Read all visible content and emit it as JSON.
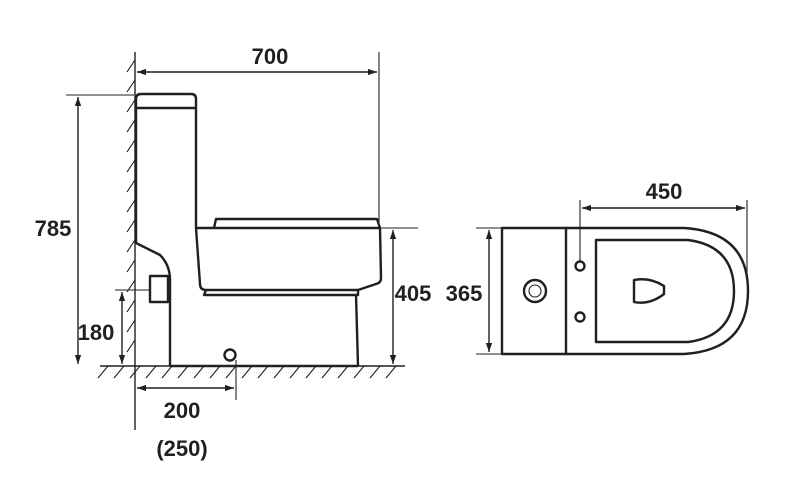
{
  "side_view": {
    "total_length": "700",
    "total_height": "785",
    "seat_height": "405",
    "inlet_height": "180",
    "rough_in": "200",
    "rough_in_alt": "(250)"
  },
  "top_view": {
    "bowl_length": "450",
    "width": "365"
  },
  "colors": {
    "line": "#231f20",
    "background": "#ffffff"
  }
}
